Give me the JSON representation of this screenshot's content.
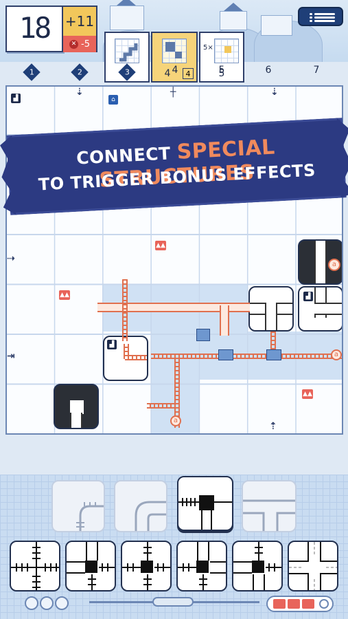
{
  "header": {
    "score": "18",
    "bonus_positive": "+11",
    "bonus_negative": "-5",
    "menu_icon": "menu-icon",
    "cards": [
      {
        "id": "card-3",
        "label": "3",
        "selected": false
      },
      {
        "id": "card-4",
        "label": "4",
        "extra": "4",
        "selected": true
      },
      {
        "id": "card-5",
        "label": "5",
        "prefix": "5×",
        "selected": false
      }
    ],
    "rounds": [
      "1",
      "2",
      "3",
      "4",
      "5",
      "6",
      "7"
    ]
  },
  "banner": {
    "line1_pre": "CONNECT ",
    "line1_highlight": "SPECIAL STRUCTURES",
    "line2": "TO TRIGGER BONUS EFFECTS"
  },
  "board": {
    "markers": [
      "a",
      "a",
      "a"
    ]
  },
  "tray": {
    "pieces_top": [
      "curve-rail",
      "road-corner",
      "station-rail",
      "road-t"
    ],
    "pieces_bottom": [
      "rail-cross",
      "station-cross",
      "station-cross",
      "station-cross",
      "station-cross",
      "road-cross"
    ],
    "specials_count": 3
  },
  "colors": {
    "accent": "#f08a5d",
    "navy": "#2c3a82",
    "rail": "#e0704f",
    "yellow": "#f2c75b"
  }
}
